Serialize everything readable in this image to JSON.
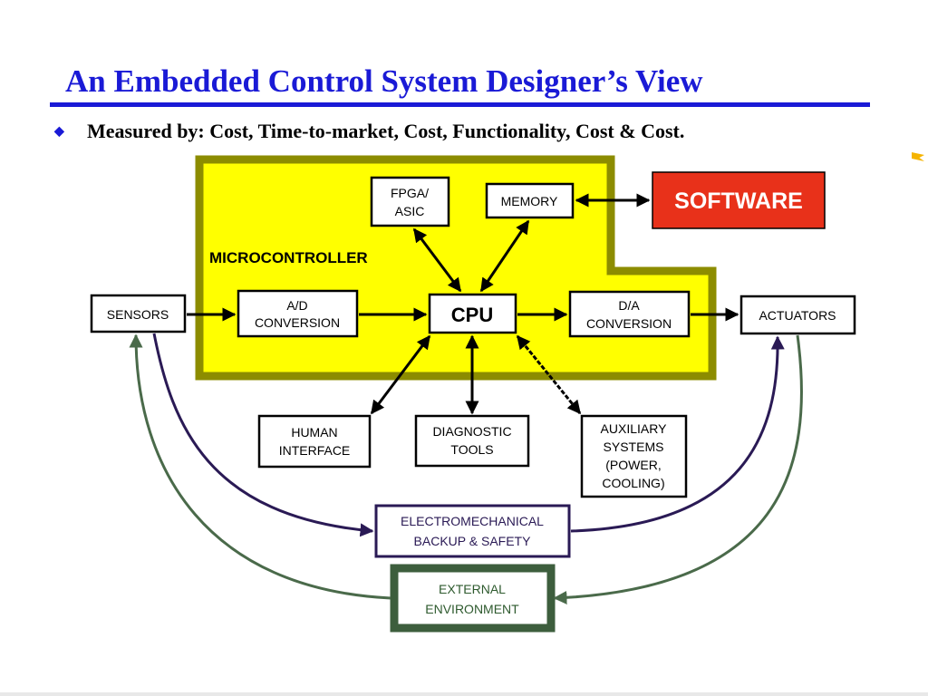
{
  "slide": {
    "title": "An Embedded Control System Designer’s View",
    "bullet": "Measured by: Cost, Time-to-market, Cost, Functionality, Cost & Cost."
  },
  "diagram": {
    "microcontroller_label": "MICROCONTROLLER",
    "software": "SOFTWARE",
    "fpga": [
      "FPGA/",
      "ASIC"
    ],
    "memory": "MEMORY",
    "cpu": "CPU",
    "ad": [
      "A/D",
      "CONVERSION"
    ],
    "da": [
      "D/A",
      "CONVERSION"
    ],
    "sensors": "SENSORS",
    "actuators": "ACTUATORS",
    "human_interface": [
      "HUMAN",
      "INTERFACE"
    ],
    "diagnostic_tools": [
      "DIAGNOSTIC",
      "TOOLS"
    ],
    "auxiliary_systems": [
      "AUXILIARY",
      "SYSTEMS",
      "(POWER,",
      "COOLING)"
    ],
    "electromechanical": [
      "ELECTROMECHANICAL",
      "BACKUP & SAFETY"
    ],
    "external_environment": [
      "EXTERNAL",
      "ENVIRONMENT"
    ]
  },
  "colors": {
    "title_blue": "#1a1ad6",
    "microcontroller_fill": "#ffff00",
    "microcontroller_border": "#8c8c00",
    "software_red": "#e8311a",
    "purple_line": "#2a1a55",
    "green_line": "#4a6a4a"
  }
}
